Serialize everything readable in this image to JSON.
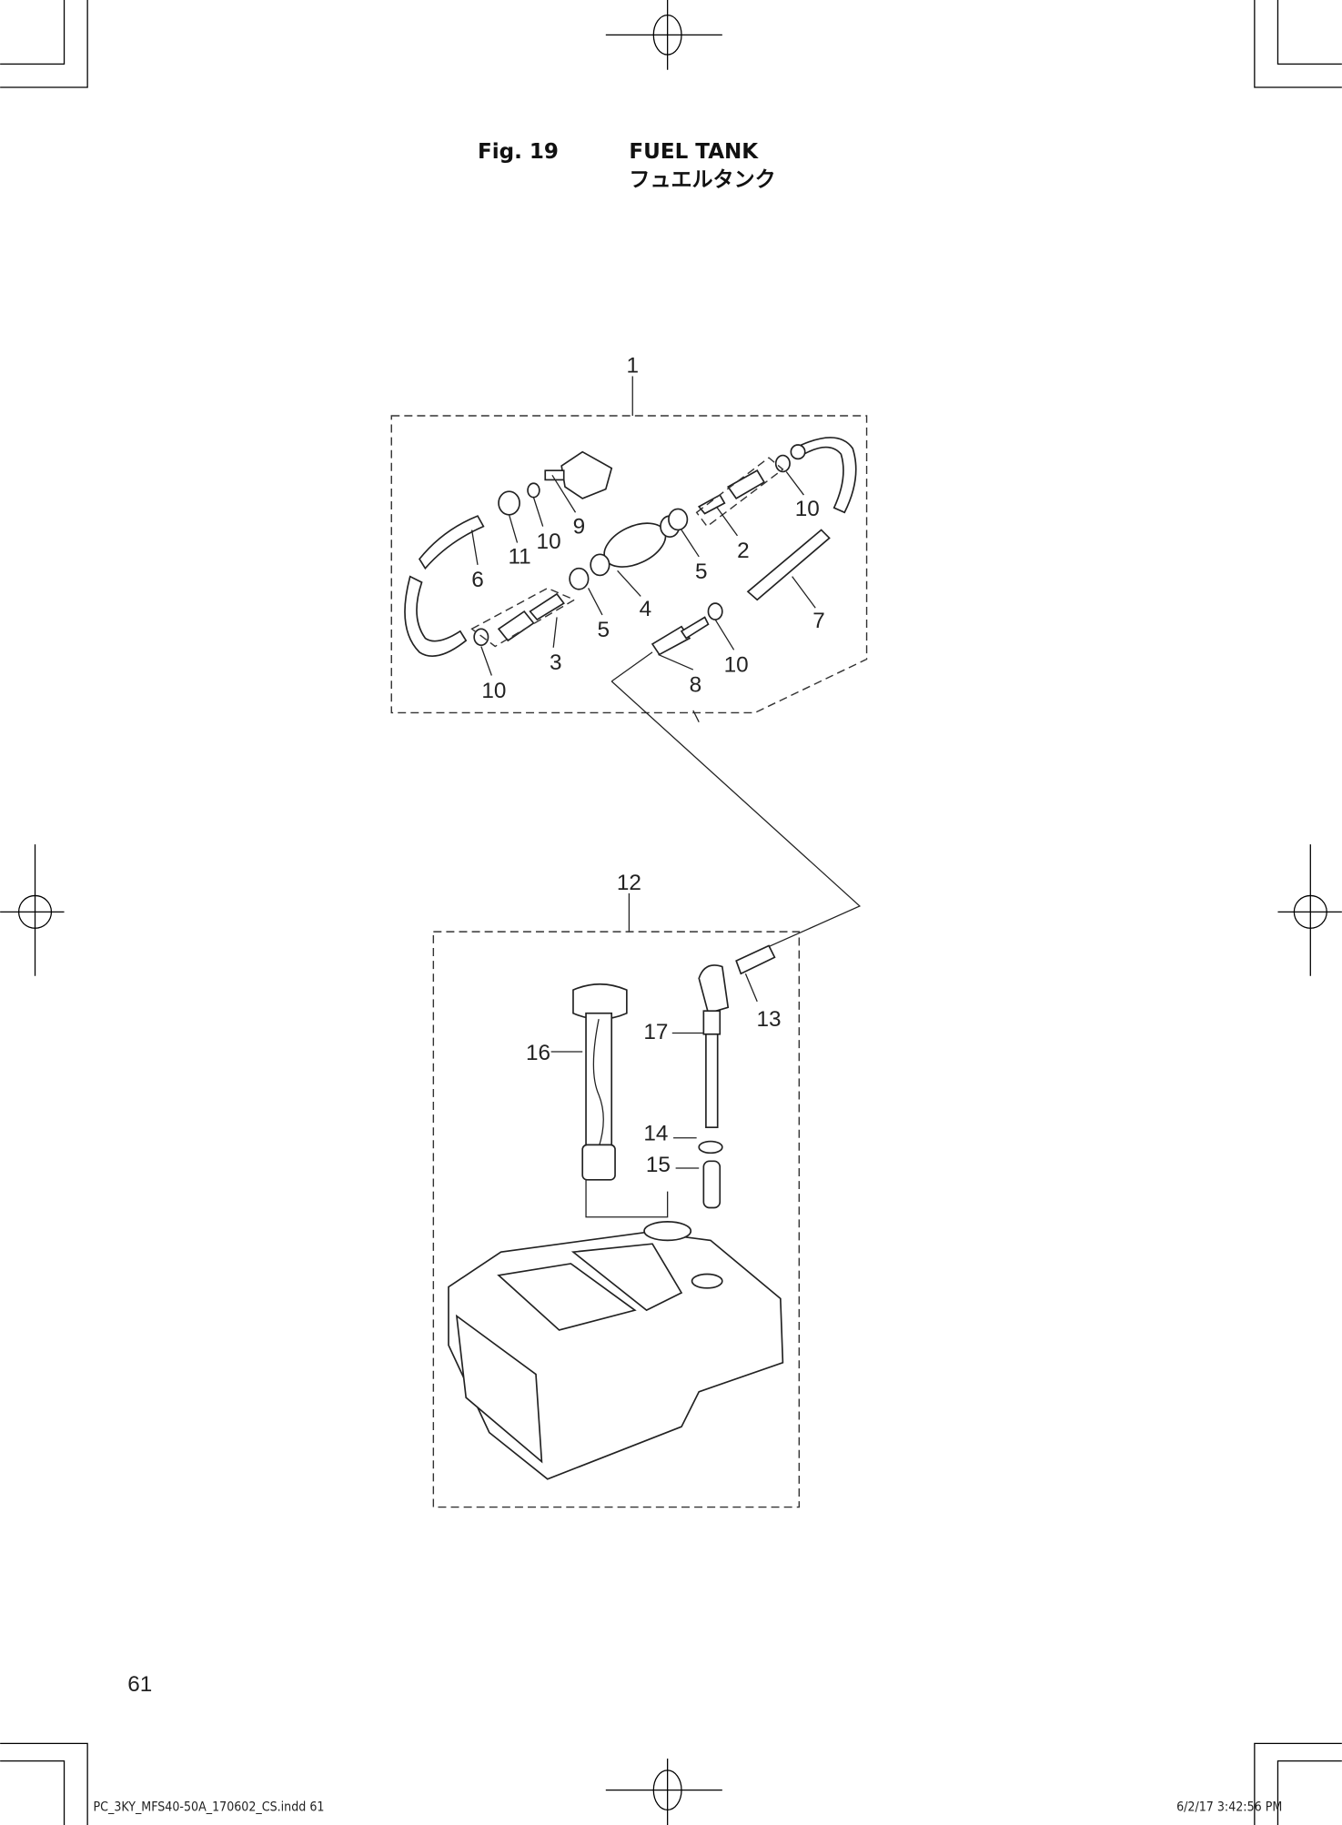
{
  "header": {
    "figure": "Fig. 19",
    "title": "FUEL TANK",
    "title_jp": "フュエルタンク"
  },
  "callouts": [
    "1",
    "2",
    "3",
    "4",
    "5",
    "5",
    "6",
    "7",
    "8",
    "9",
    "10",
    "10",
    "10",
    "10",
    "11",
    "12",
    "13",
    "14",
    "15",
    "16",
    "17"
  ],
  "page_number": "61",
  "footer": {
    "file": "PC_3KY_MFS40-50A_170602_CS.indd   61",
    "timestamp": "6/2/17   3:42:56 PM"
  }
}
